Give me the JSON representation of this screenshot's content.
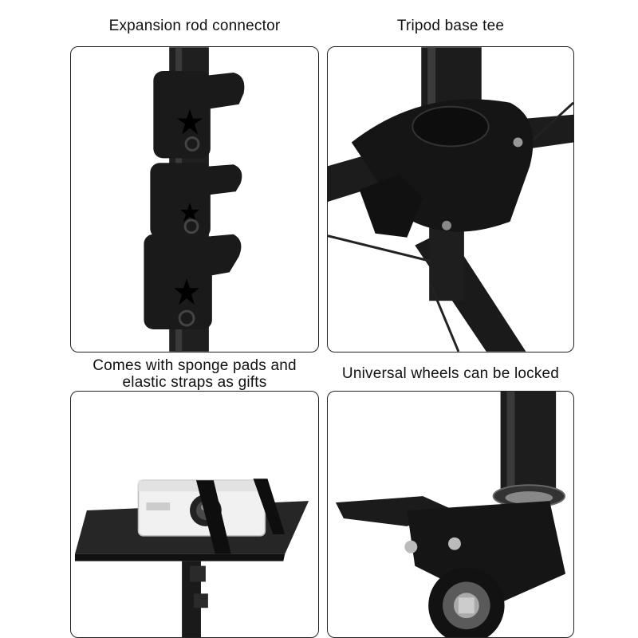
{
  "panels": [
    {
      "caption": "Expansion rod connector",
      "icon": "telescopic-pole-clamps"
    },
    {
      "caption": "Tripod base tee",
      "icon": "tripod-tee-joint"
    },
    {
      "caption_lines": [
        "Comes with sponge pads and",
        "elastic straps as gifts"
      ],
      "icon": "projector-tray-with-straps"
    },
    {
      "caption": "Universal wheels can be locked",
      "icon": "locking-caster-wheel"
    }
  ],
  "colors": {
    "frame": "#222222",
    "metal": "#1c1c1c",
    "background": "#ffffff"
  }
}
